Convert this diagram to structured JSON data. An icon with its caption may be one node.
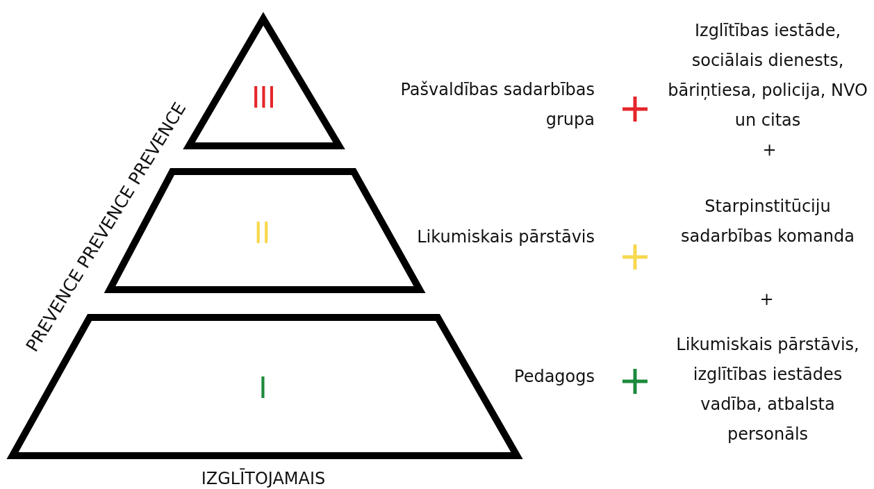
{
  "diagram": {
    "nodes": [
      {
        "text": [
          "III"
        ]
      },
      {
        "text": [
          "II"
        ]
      },
      {
        "text": [
          "I"
        ]
      }
    ],
    "edges": [],
    "labels": [
      "PREVENCE PREVENCE PREVENCE",
      "Pašvaldības sadarbības grupa",
      "Izglītības iestāde, sociālais dienests, bāriņtiesa, policija, NVO un citas",
      "+",
      "Likumiskais pārstāvis",
      "Starpinstitūciju sadarbības komanda",
      "+",
      "Pedagogs",
      "Likumiskais pārstāvis, izglītības iestādes vadība, atbalsta personāls",
      "IZGLĪTOJAMAIS"
    ]
  }
}
